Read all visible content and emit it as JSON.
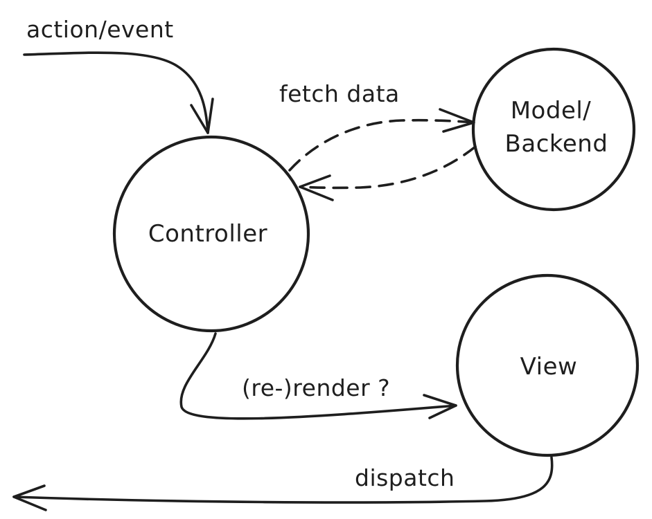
{
  "colors": {
    "background": "#ffffff",
    "ink": "#1e1e1e"
  },
  "nodes": {
    "controller": {
      "label": "Controller"
    },
    "model": {
      "label_line1": "Model/",
      "label_line2": "Backend"
    },
    "view": {
      "label": "View"
    }
  },
  "edges": {
    "action_event": {
      "label": "action/event"
    },
    "fetch_data": {
      "label": "fetch data"
    },
    "rerender": {
      "label": "(re-)render ?"
    },
    "dispatch": {
      "label": "dispatch"
    }
  }
}
